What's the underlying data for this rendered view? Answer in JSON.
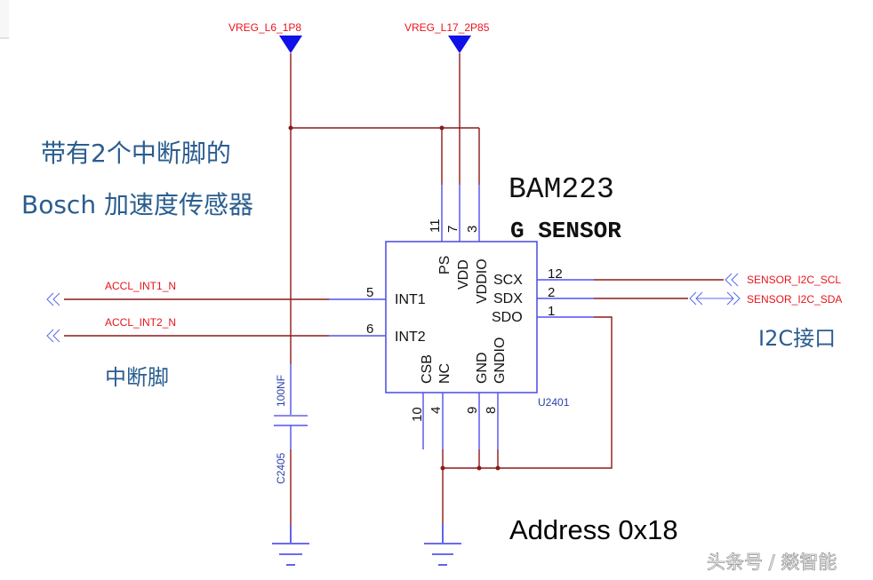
{
  "component": {
    "part_number": "BAM223",
    "description": "G SENSOR",
    "reference": "U2401",
    "pins": {
      "ps": {
        "number": "11",
        "name": "PS"
      },
      "vdd": {
        "number": "7",
        "name": "VDD"
      },
      "vddio": {
        "number": "3",
        "name": "VDDIO"
      },
      "int1": {
        "number": "5",
        "name": "INT1"
      },
      "int2": {
        "number": "6",
        "name": "INT2"
      },
      "scx": {
        "number": "12",
        "name": "SCX"
      },
      "sdx": {
        "number": "2",
        "name": "SDX"
      },
      "sdo": {
        "number": "1",
        "name": "SDO"
      },
      "csb": {
        "number": "10",
        "name": "CSB"
      },
      "nc": {
        "number": "4",
        "name": "NC"
      },
      "gnd": {
        "number": "9",
        "name": "GND"
      },
      "gndio": {
        "number": "8",
        "name": "GNDIO"
      }
    }
  },
  "power_rails": {
    "rail1": "VREG_L6_1P8",
    "rail2": "VREG_L17_2P85"
  },
  "nets": {
    "int1": "ACCL_INT1_N",
    "int2": "ACCL_INT2_N",
    "scl": "SENSOR_I2C_SCL",
    "sda": "SENSOR_I2C_SDA"
  },
  "capacitor": {
    "reference": "C2405",
    "value": "100NF"
  },
  "annotations": {
    "title_line1": "带有2个中断脚的",
    "title_line2": "Bosch 加速度传感器",
    "interrupt_pins": "中断脚",
    "i2c_interface": "I2C接口",
    "address": "Address 0x18"
  },
  "watermark": "头条号 / 燚智能",
  "colors": {
    "wire": "#8b1a1a",
    "pin": "#5050f0",
    "net_label": "#e8141c",
    "annotation": "#2a5d8f"
  }
}
